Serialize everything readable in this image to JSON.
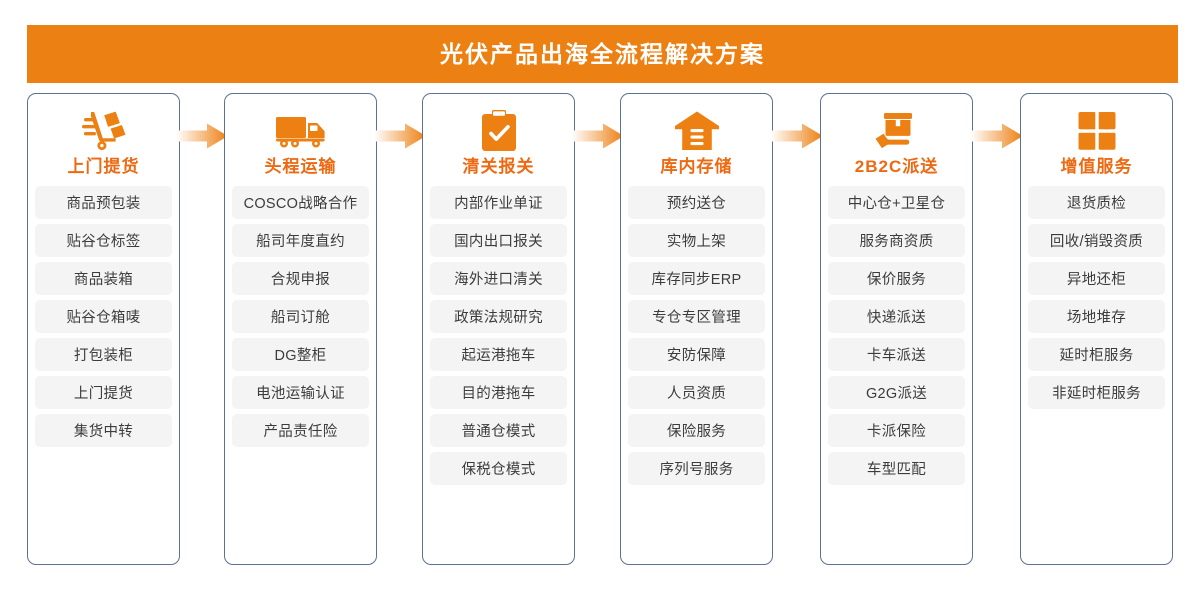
{
  "banner": {
    "title": "光伏产品出海全流程解决方案",
    "background_color": "#ED8013",
    "text_color": "#FFFFFF"
  },
  "theme": {
    "accent_orange": "#ED6A13",
    "icon_orange": "#ED8013",
    "card_border": "#5B7196",
    "pill_background": "#F4F4F4",
    "pill_text": "#3C3C3C",
    "page_background": "#FFFFFF"
  },
  "arrow": {
    "count": 5,
    "icon": "arrow-right-icon",
    "gradient_from": "#FFFFFF",
    "gradient_to": "#ED8013"
  },
  "stages": [
    {
      "id": "stage-pickup",
      "icon": "hand-truck-icon",
      "title": "上门提货",
      "items": [
        "商品预包装",
        "贴谷仓标签",
        "商品装箱",
        "贴谷仓箱唛",
        "打包装柜",
        "上门提货",
        "集货中转"
      ]
    },
    {
      "id": "stage-first-mile",
      "icon": "truck-icon",
      "title": "头程运输",
      "items": [
        "COSCO战略合作",
        "船司年度直约",
        "合规申报",
        "船司订舱",
        "DG整柜",
        "电池运输认证",
        "产品责任险"
      ]
    },
    {
      "id": "stage-customs",
      "icon": "clipboard-check-icon",
      "title": "清关报关",
      "items": [
        "内部作业单证",
        "国内出口报关",
        "海外进口清关",
        "政策法规研究",
        "起运港拖车",
        "目的港拖车",
        "普通仓模式",
        "保税仓模式"
      ]
    },
    {
      "id": "stage-warehouse",
      "icon": "warehouse-icon",
      "title": "库内存储",
      "items": [
        "预约送仓",
        "实物上架",
        "库存同步ERP",
        "专仓专区管理",
        "安防保障",
        "人员资质",
        "保险服务",
        "序列号服务"
      ]
    },
    {
      "id": "stage-delivery",
      "icon": "package-handoff-icon",
      "title": "2B2C派送",
      "items": [
        "中心仓+卫星仓",
        "服务商资质",
        "保价服务",
        "快递派送",
        "卡车派送",
        "G2G派送",
        "卡派保险",
        "车型匹配"
      ]
    },
    {
      "id": "stage-value-added",
      "icon": "clover-icon",
      "title": "增值服务",
      "items": [
        "退货质检",
        "回收/销毁资质",
        "异地还柜",
        "场地堆存",
        "延时柜服务",
        "非延时柜服务"
      ]
    }
  ]
}
